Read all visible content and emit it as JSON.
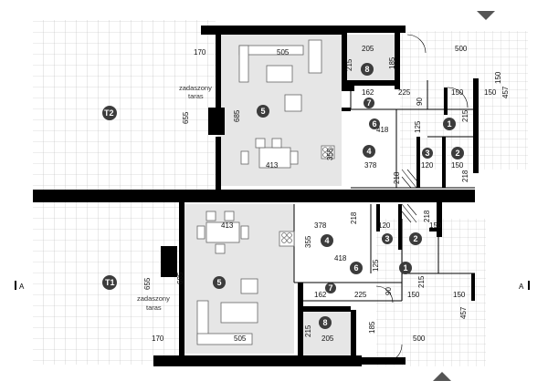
{
  "terraces": {
    "top": {
      "id": "T2",
      "label_line1": "zadaszony",
      "label_line2": "taras"
    },
    "bottom": {
      "id": "T1",
      "label_line1": "zadaszony",
      "label_line2": "taras"
    }
  },
  "section_marker": "A",
  "unit_top": {
    "rooms": [
      "1",
      "2",
      "3",
      "4",
      "5",
      "6",
      "7",
      "8"
    ],
    "dims": {
      "terrace_w": "170",
      "terrace_h": "655",
      "living_w": "505",
      "living_h": "685",
      "living_lower_w": "413",
      "kitchen_w": "378",
      "kitchen_h": "355",
      "boiler_w": "205",
      "boiler_h": "215",
      "boiler_side": "185",
      "porch_w": "500",
      "porch_h1": "150",
      "porch_h2": "457",
      "wc_w": "162",
      "wc_w2": "225",
      "wc_h": "90",
      "hall_w": "418",
      "hall_h": "125",
      "hall_side": "215",
      "stair_w": "120",
      "stair_h": "218",
      "entry_w": "150",
      "entry_h": "150",
      "entry_side": "218"
    }
  },
  "unit_bottom": {
    "rooms": [
      "1",
      "2",
      "3",
      "4",
      "5",
      "6",
      "7",
      "8"
    ],
    "dims": {
      "terrace_w": "170",
      "terrace_h": "655",
      "living_w": "505",
      "living_h": "685",
      "living_upper_w": "413",
      "kitchen_w": "378",
      "kitchen_h": "355",
      "boiler_w": "205",
      "boiler_h": "215",
      "boiler_side": "185",
      "porch_w": "500",
      "porch_h1": "150",
      "porch_h2": "457",
      "wc_w": "162",
      "wc_w2": "225",
      "wc_h": "90",
      "hall_w": "418",
      "hall_h": "125",
      "hall_side": "215",
      "stair_w": "120",
      "stair_h": "218",
      "entry_w": "150",
      "entry_side": "218"
    }
  },
  "colors": {
    "wall": "#000000",
    "floor": "#e6e6e6",
    "badge": "#3c3c3c",
    "grid": "#bbbbbb"
  }
}
